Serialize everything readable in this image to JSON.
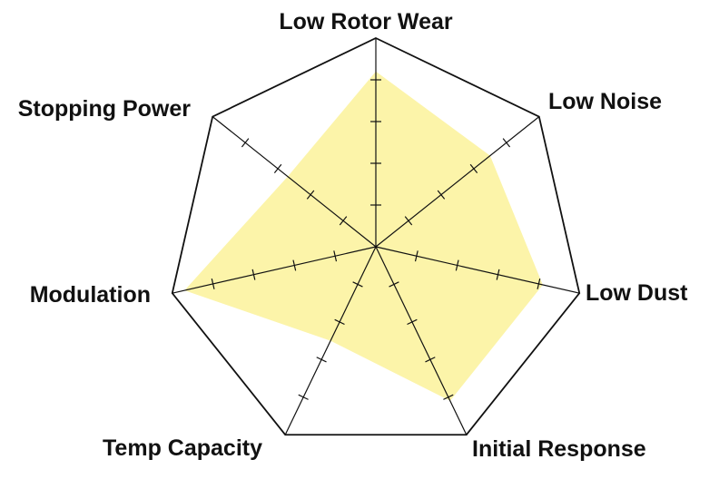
{
  "chart_data": {
    "type": "radar",
    "title": "",
    "categories": [
      "Low Rotor Wear",
      "Low Noise",
      "Low Dust",
      "Initial Response",
      "Temp Capacity",
      "Modulation",
      "Stopping Power"
    ],
    "series": [
      {
        "values": [
          4.2,
          3.5,
          4.1,
          4.1,
          2.5,
          4.7,
          2.7
        ]
      }
    ],
    "rlim": [
      0,
      5
    ],
    "ticks": [
      1,
      2,
      3,
      4
    ],
    "fill_color": "#fcf4a9",
    "line_color": "#111111",
    "background": "#ffffff"
  }
}
